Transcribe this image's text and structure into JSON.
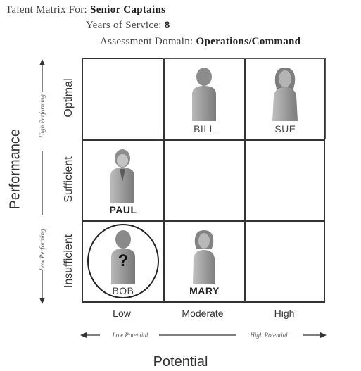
{
  "header": {
    "line1_prefix": "Talent Matrix For:",
    "line1_value": "Senior Captains",
    "line2_prefix": "Years of Service:",
    "line2_value": "8",
    "line3_prefix": "Assessment Domain:",
    "line3_value": "Operations/Command"
  },
  "axes": {
    "y_title": "Performance",
    "x_title": "Potential",
    "y_levels": [
      "Optimal",
      "Sufficient",
      "Insufficient"
    ],
    "x_levels": [
      "Low",
      "Moderate",
      "High"
    ],
    "y_high_note": "High Performing",
    "y_low_note": "Low Performing",
    "x_low_note": "Low Potential",
    "x_high_note": "High Potential"
  },
  "people": [
    {
      "name": "BILL",
      "performance": "Optimal",
      "potential": "Moderate",
      "bold": false,
      "gender": "male"
    },
    {
      "name": "SUE",
      "performance": "Optimal",
      "potential": "High",
      "bold": false,
      "gender": "female"
    },
    {
      "name": "PAUL",
      "performance": "Sufficient",
      "potential": "Low",
      "bold": true,
      "gender": "male"
    },
    {
      "name": "BOB",
      "performance": "Insufficient",
      "potential": "Low",
      "bold": false,
      "gender": "male",
      "unknown_marker": "?",
      "circled": true
    },
    {
      "name": "MARY",
      "performance": "Insufficient",
      "potential": "Moderate",
      "bold": true,
      "gender": "female"
    }
  ],
  "colors": {
    "grid_line": "#333333",
    "figure_fill": "#9a9a9a",
    "figure_dark": "#6e6e6e"
  }
}
